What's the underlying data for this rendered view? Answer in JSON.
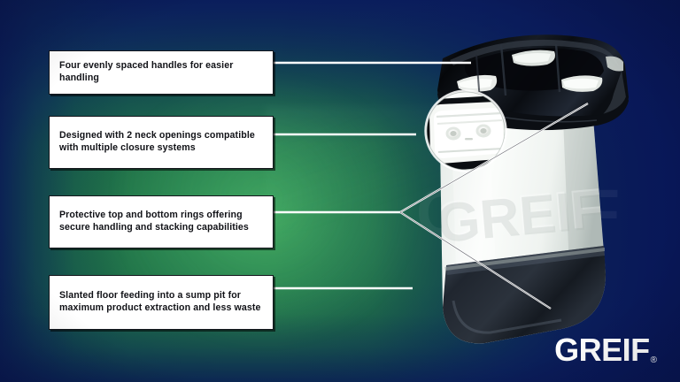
{
  "brand": {
    "logo_word": "GREIF",
    "logo_mark": "®",
    "watermark_text": "GREIF",
    "colors": {
      "navy": "#0c1f5e",
      "green": "#2e8a52",
      "teal": "#13485c",
      "callout_bg": "#ffffff",
      "callout_border": "#14161c",
      "callout_text": "#111217",
      "leader_line": "#ffffff"
    }
  },
  "product": {
    "name": "plastic-drum-container",
    "description": "White plastic intermediate bulk container with black top ring and black bottom ring",
    "top_ring_color": "#101318",
    "body_color": "#f2f4f2",
    "bottom_ring_color": "#2c3440",
    "inset_name": "neck-openings-closeup",
    "inset_closure_count": 2
  },
  "callouts": [
    {
      "id": "handles",
      "text": "Four evenly spaced handles for easier handling"
    },
    {
      "id": "neck-openings",
      "text": "Designed with 2 neck openings compatible with multiple closure systems"
    },
    {
      "id": "rings",
      "text": "Protective top and bottom rings offering secure handling and stacking capabilities"
    },
    {
      "id": "slanted-floor",
      "text": "Slanted floor feeding into a sump pit for maximum product extraction and less waste"
    }
  ]
}
